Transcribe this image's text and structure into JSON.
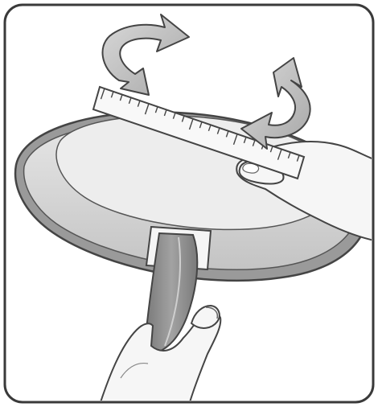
{
  "figure": {
    "frame_color": "#3a3a3a",
    "background_color": "#ffffff",
    "line_color": "#444444",
    "pan_rim_color": "#9a9a9a",
    "pan_inner_color": "#e9e9e9",
    "pan_wall_color": "#cfcfcf",
    "handle_color": "#8c8c8c",
    "hand_color": "#f4f4f4",
    "arrow_color": "#c6c6c6",
    "ruler_color": "#f7f7f7",
    "ruler_tick_count": 22,
    "arrows": [
      "rotate-arrow-left",
      "rotate-arrow-right"
    ]
  }
}
